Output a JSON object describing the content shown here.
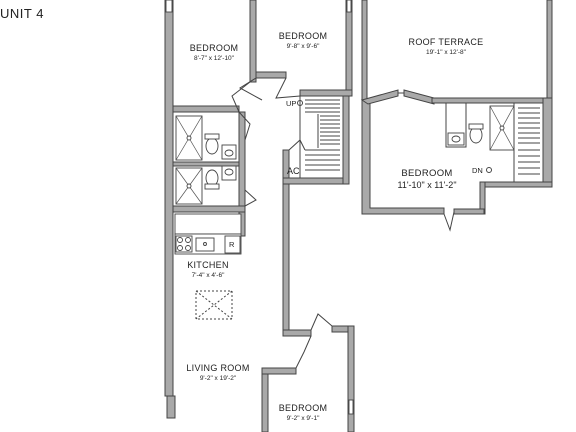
{
  "title": "UNIT 4",
  "rooms": {
    "bedroom_left": {
      "name": "BEDROOM",
      "dim": "8'-7\" x 12'-10\""
    },
    "bedroom_middle": {
      "name": "BEDROOM",
      "dim": "9'-8\" x 9'-6\""
    },
    "roof_terrace": {
      "name": "ROOF TERRACE",
      "dim": "19'-1\" x 12'-8\""
    },
    "bedroom_upper": {
      "name": "BEDROOM",
      "dim": "11'-10\" x 11'-2\""
    },
    "kitchen": {
      "name": "KITCHEN",
      "dim": "7'-4\" x 4'-6\""
    },
    "living_room": {
      "name": "LIVING ROOM",
      "dim": "9'-2\" x 19'-2\""
    },
    "bedroom_bottom": {
      "name": "BEDROOM",
      "dim": "9'-2\" x 9'-1\""
    }
  },
  "labels": {
    "up": "UP",
    "dn": "DN",
    "ac": "AC",
    "refrigerator": "R"
  }
}
